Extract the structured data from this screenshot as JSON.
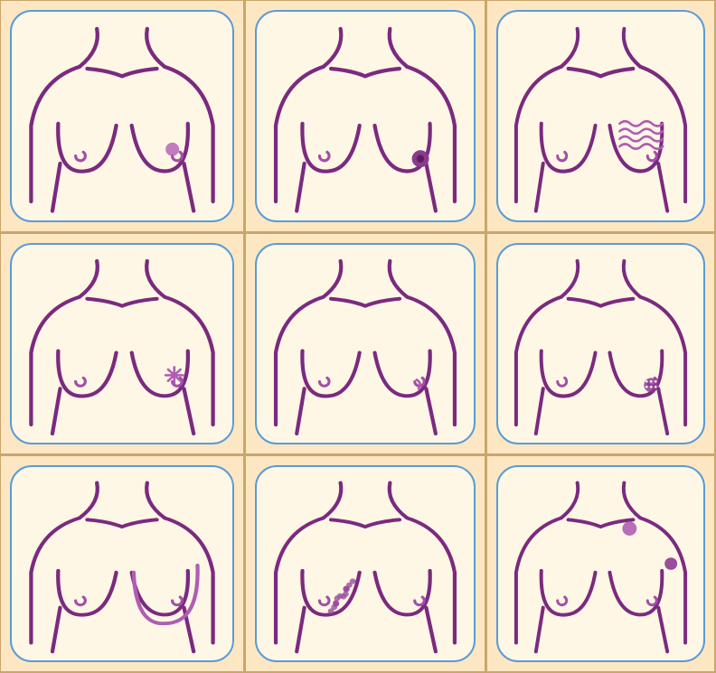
{
  "colors": {
    "frame": "#c9a66b",
    "cell_bg": "#fde7c3",
    "card_bg": "#fff7e6",
    "card_border": "#5b9bd5",
    "outline": "#7b2a7e",
    "symptom": "#b05db3"
  },
  "grid": {
    "rows": 3,
    "cols": 3
  },
  "panels": [
    {
      "symptom": "lump-beside-nipple",
      "icon": "lump-icon"
    },
    {
      "symptom": "dark-lump-at-nipple",
      "icon": "dark-lump-icon"
    },
    {
      "symptom": "skin-texture-waves",
      "icon": "skin-texture-icon"
    },
    {
      "symptom": "star-retraction",
      "icon": "star-retraction-icon"
    },
    {
      "symptom": "nipple-change",
      "icon": "nipple-change-icon"
    },
    {
      "symptom": "nipple-crust",
      "icon": "crust-icon"
    },
    {
      "symptom": "breast-swelling-outline",
      "icon": "swelling-outline-icon"
    },
    {
      "symptom": "dotted-rash",
      "icon": "rash-icon"
    },
    {
      "symptom": "armpit-and-upper-lumps",
      "icon": "armpit-lump-icon"
    }
  ]
}
